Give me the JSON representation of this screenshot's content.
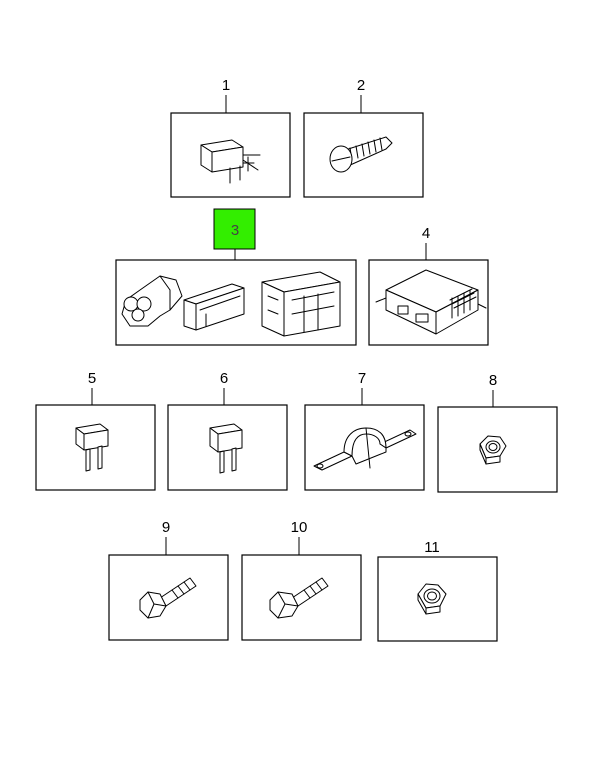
{
  "highlight_color": "#33ee00",
  "callouts": {
    "p1": "1",
    "p2": "2",
    "p3": "3",
    "p4": "4",
    "p5": "5",
    "p6": "6",
    "p7": "7",
    "p8": "8",
    "p9": "9",
    "p10": "10",
    "p11": "11"
  },
  "selected_part": "3",
  "icons": {
    "p1": "relay-icon",
    "p2": "screw-icon",
    "p3": "connector-set-icon",
    "p4": "control-module-icon",
    "p5": "fuse-icon",
    "p6": "fuse-icon",
    "p7": "bracket-icon",
    "p8": "nut-icon",
    "p9": "bolt-icon",
    "p10": "bolt-icon",
    "p11": "nut-icon"
  }
}
